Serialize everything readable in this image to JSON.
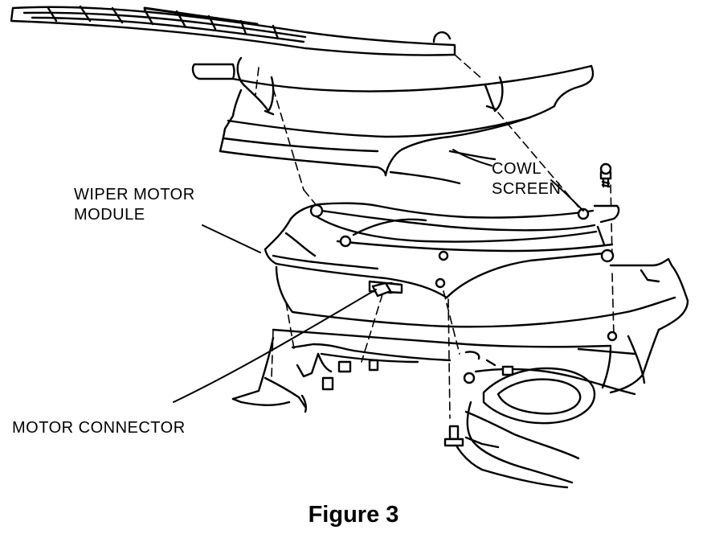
{
  "labels": {
    "cowl_screen": [
      "COWL",
      "SCREEN"
    ],
    "wiper_motor_module": [
      "WIPER MOTOR",
      "MODULE"
    ],
    "motor_connector": "MOTOR CONNECTOR"
  },
  "caption": "Figure 3",
  "colors": {
    "ink": "#000000",
    "paper": "#ffffff"
  },
  "icons": [
    "wiper-blade",
    "cowl-screen-panel",
    "wiper-motor-module",
    "motor-connector",
    "mounting-bolt",
    "cowl-plenum",
    "firewall-opening"
  ]
}
